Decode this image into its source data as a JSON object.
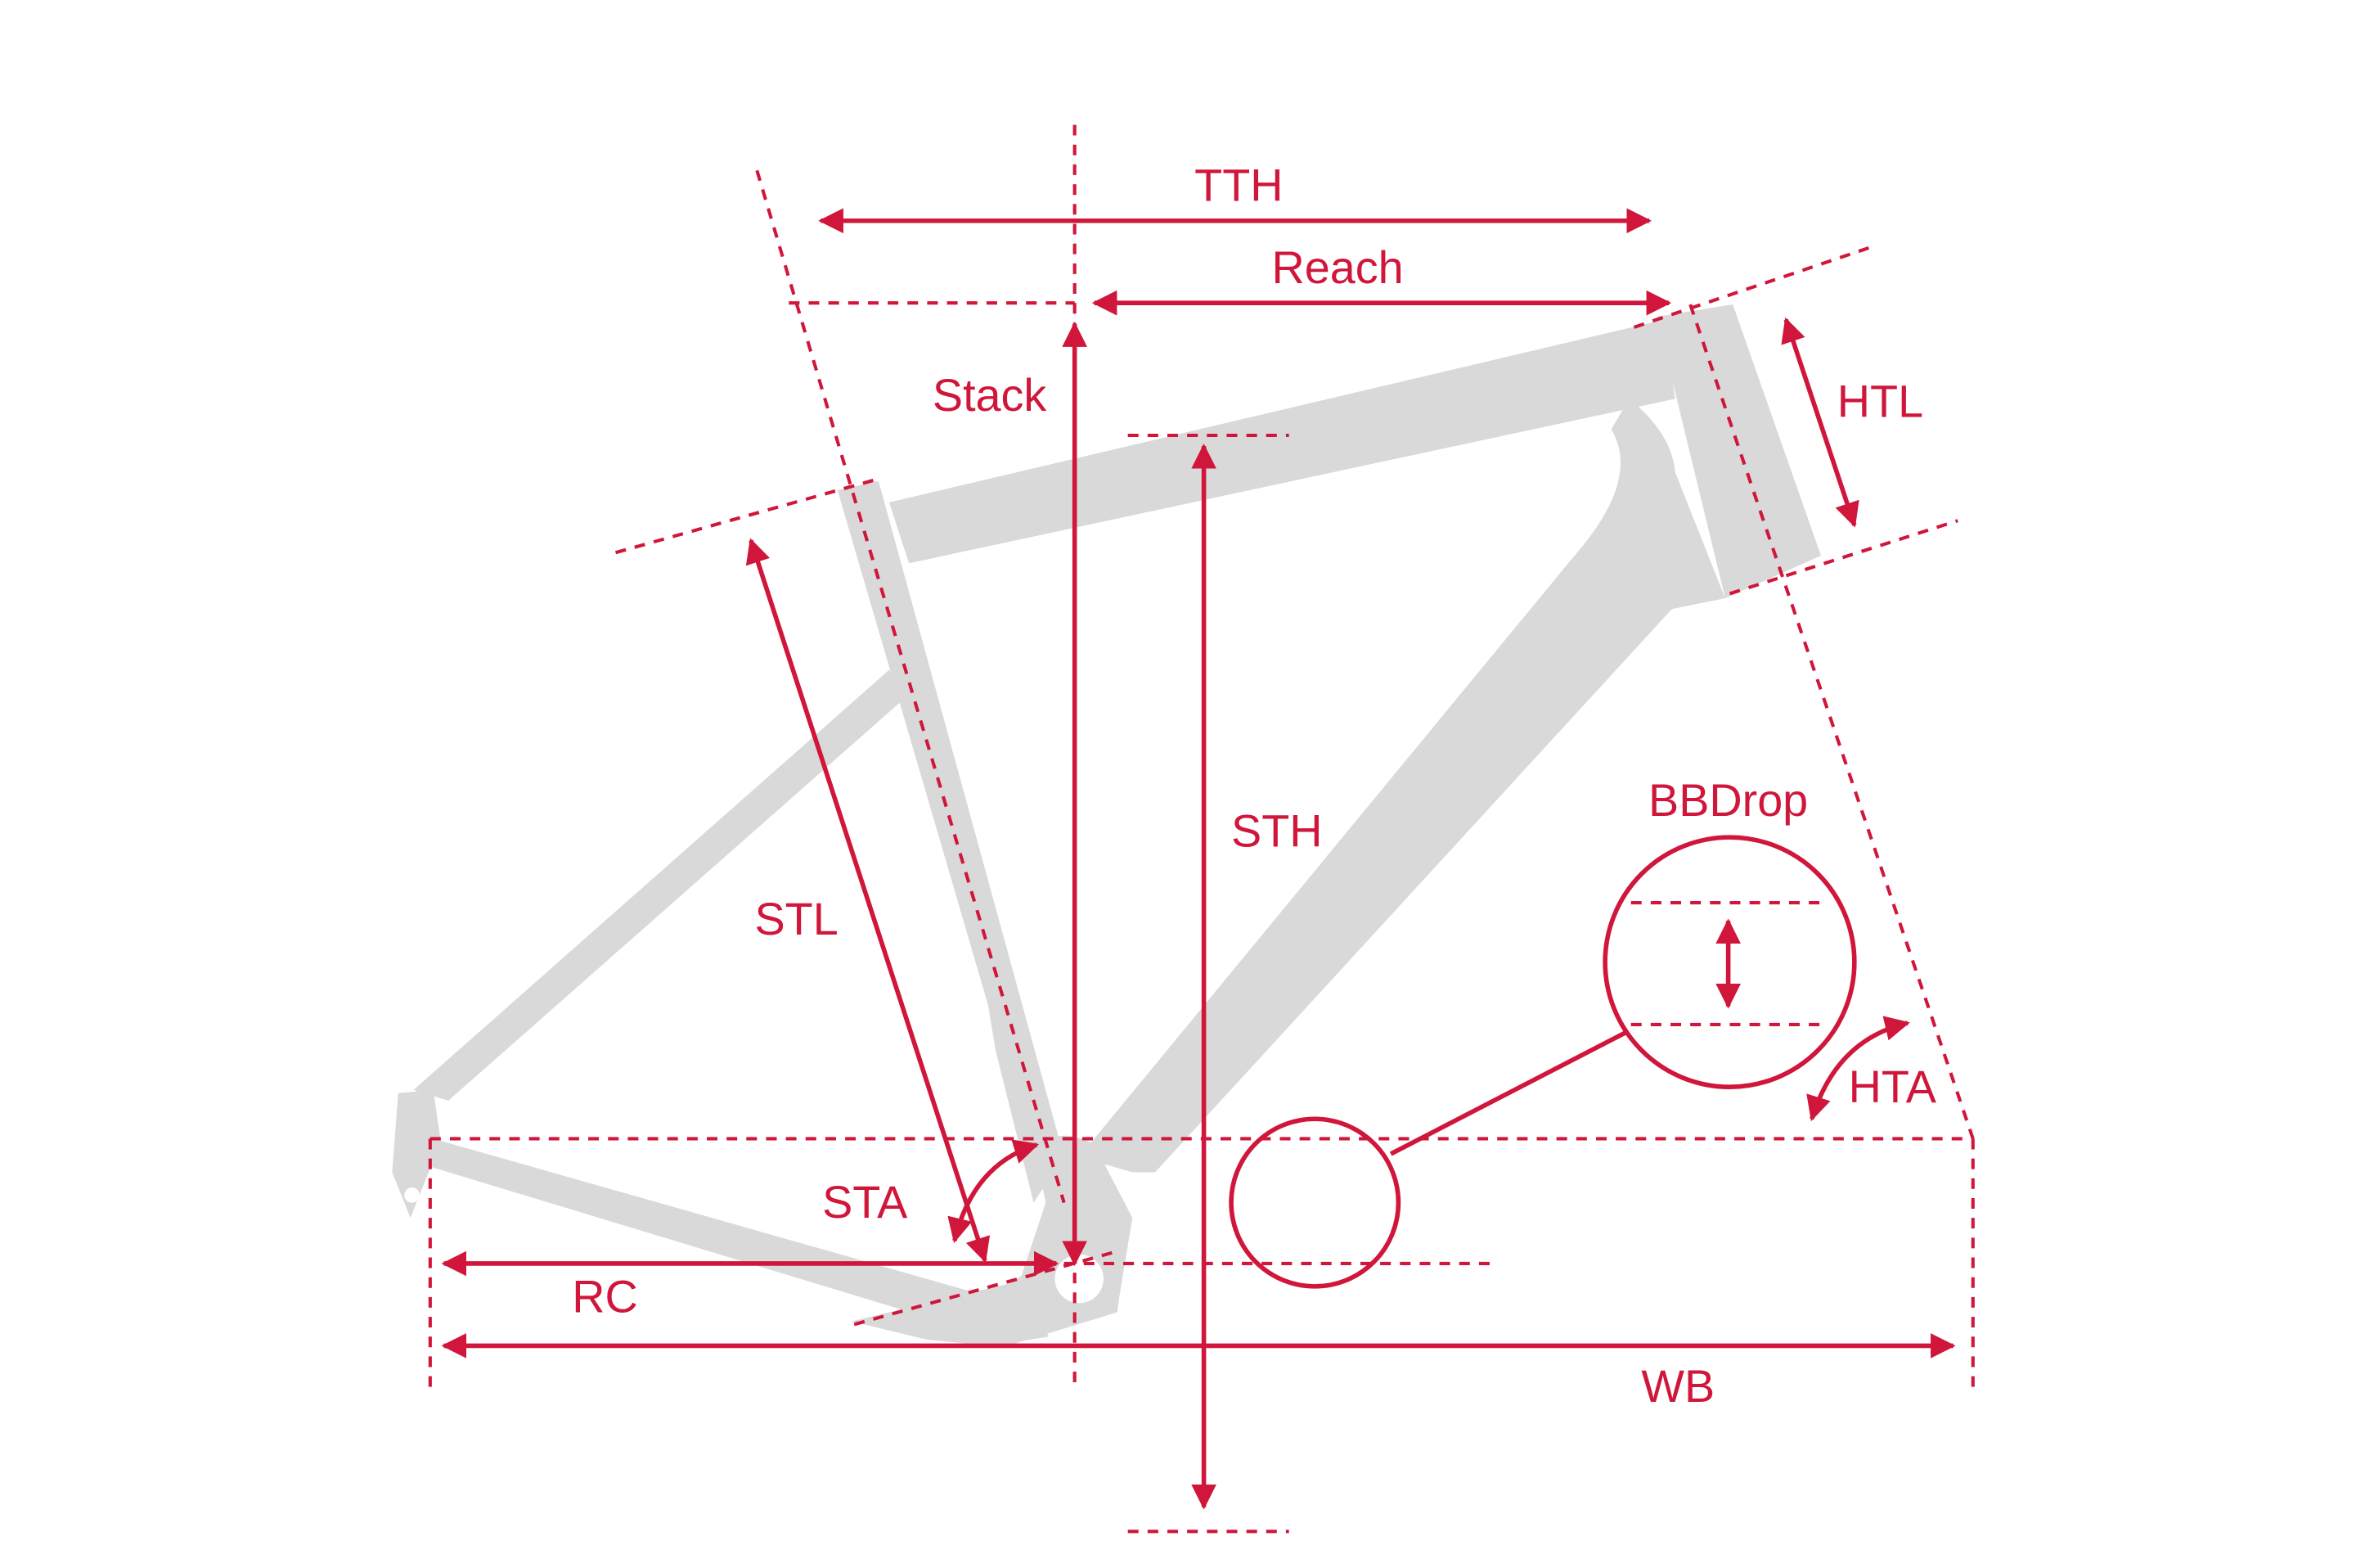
{
  "colors": {
    "accent": "#d0163a",
    "frame": "#d9d9d9",
    "background": "#ffffff"
  },
  "labels": {
    "tth": "TTH",
    "reach": "Reach",
    "stack": "Stack",
    "htl": "HTL",
    "stl": "STL",
    "sth": "STH",
    "bbdrop": "BBDrop",
    "hta": "HTA",
    "sta": "STA",
    "rc": "RC",
    "wb": "WB"
  }
}
